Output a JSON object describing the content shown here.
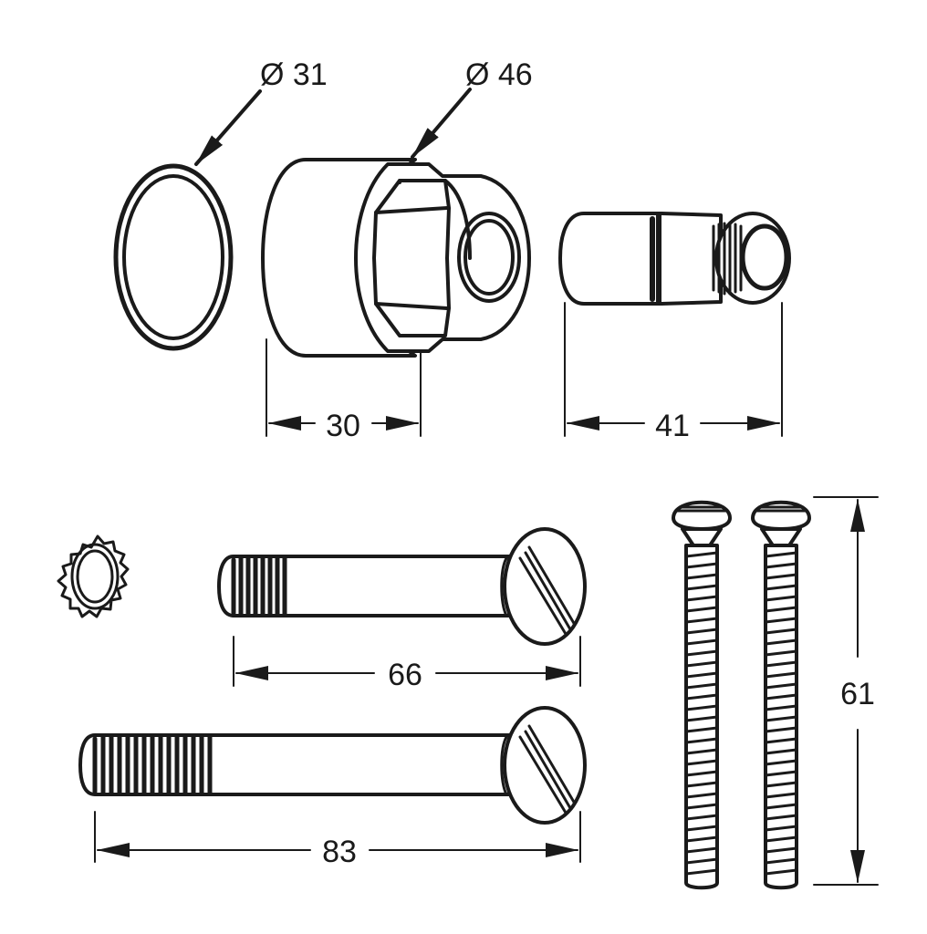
{
  "dimensions": {
    "ring_diameter": "Ø 31",
    "nut_diameter": "Ø 46",
    "nut_length": "30",
    "spindle_length": "41",
    "short_screw_length": "66",
    "long_screw_length": "83",
    "mounting_screw_length": "61"
  },
  "colors": {
    "line": "#1a1a1a",
    "background": "#ffffff"
  }
}
